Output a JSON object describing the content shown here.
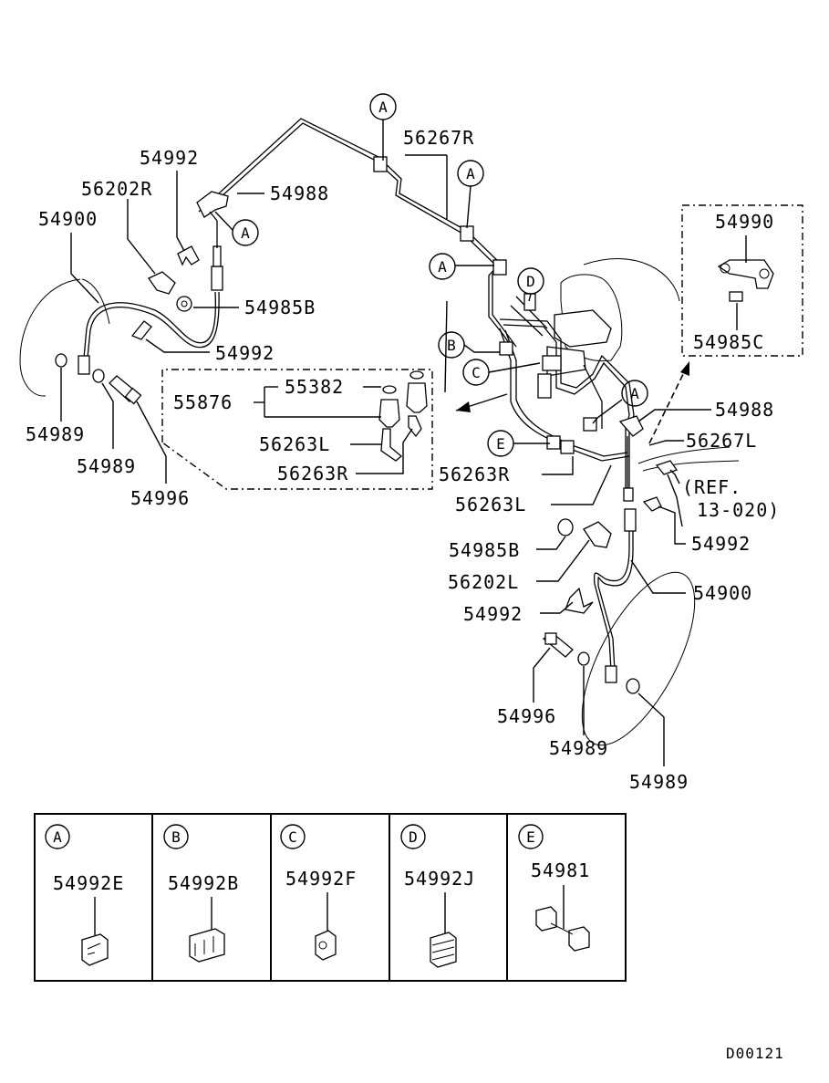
{
  "labels": {
    "p54992_top": "54992",
    "p56202R": "56202R",
    "p54900_left": "54900",
    "p54988_top": "54988",
    "p56267R": "56267R",
    "p54985B_left": "54985B",
    "p54992_mid": "54992",
    "p55382": "55382",
    "p55876": "55876",
    "p56263L_box": "56263L",
    "p56263R_box": "56263R",
    "p54989_l1": "54989",
    "p54989_l2": "54989",
    "p54996_left": "54996",
    "p54990": "54990",
    "p54985C": "54985C",
    "p54988_right": "54988",
    "p56267L": "56267L",
    "ref1": "(REF.",
    "ref2": "13-020)",
    "p56263R_right": "56263R",
    "p56263L_right": "56263L",
    "p54992_r1": "54992",
    "p54985B_right": "54985B",
    "p56202L": "56202L",
    "p54900_right": "54900",
    "p54992_r2": "54992",
    "p54996_right": "54996",
    "p54989_r1": "54989",
    "p54989_r2": "54989",
    "code": "D00121"
  },
  "callouts": {
    "a1": "A",
    "a2": "A",
    "a3": "A",
    "a4": "A",
    "a5": "A",
    "b": "B",
    "c": "C",
    "d": "D",
    "e": "E"
  },
  "legend": [
    {
      "letter": "A",
      "part": "54992E"
    },
    {
      "letter": "B",
      "part": "54992B"
    },
    {
      "letter": "C",
      "part": "54992F"
    },
    {
      "letter": "D",
      "part": "54992J"
    },
    {
      "letter": "E",
      "part": "54981"
    }
  ]
}
